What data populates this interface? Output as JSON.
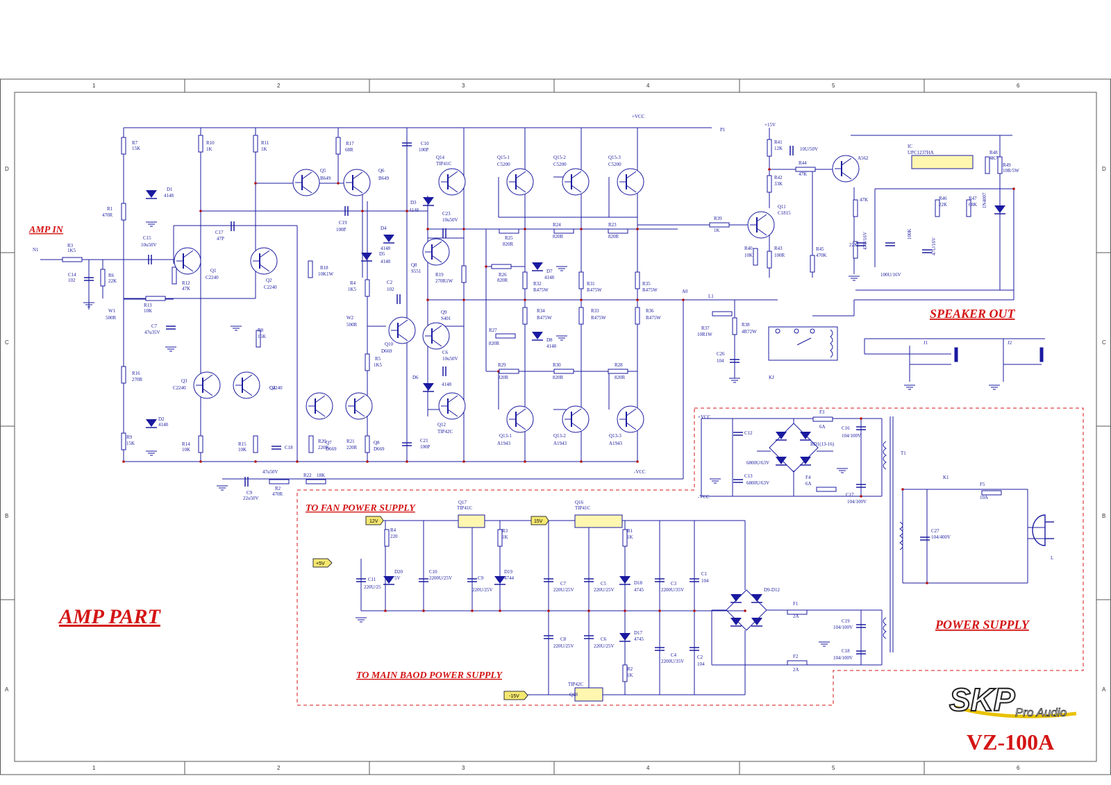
{
  "sections": {
    "amp_part": "AMP PART",
    "amp_in": "AMP IN",
    "speaker_out": "SPEAKER OUT",
    "power_supply": "POWER SUPPLY",
    "to_fan": "TO  FAN POWER SUPPLY",
    "to_main": "TO MAIN BAOD POWER SUPPLY"
  },
  "brand": {
    "logo_text": "SKP",
    "logo_sub": "Pro Audio",
    "model": "VZ-100A"
  },
  "border": {
    "columns": [
      "1",
      "2",
      "3",
      "4",
      "5",
      "6"
    ],
    "rows": [
      "D",
      "C",
      "B",
      "A"
    ]
  },
  "rails": {
    "pvcc": "+VCC",
    "nvcc": "-VCC",
    "p15": "+15V",
    "p1": "P1",
    "a0": "A0",
    "tag_12v": "12V",
    "tag_p5v": "+5V",
    "tag_15v": "15V",
    "tag_n15v": "-15V"
  },
  "labels": [
    {
      "id": "n1",
      "t": "N1"
    },
    {
      "id": "r3",
      "t": "R3"
    },
    {
      "id": "r3v",
      "t": "1K5"
    },
    {
      "id": "c14",
      "t": "C14"
    },
    {
      "id": "c14v",
      "t": "102"
    },
    {
      "id": "r7",
      "t": "R7"
    },
    {
      "id": "r7v",
      "t": "15K"
    },
    {
      "id": "r1",
      "t": "R1"
    },
    {
      "id": "r1v",
      "t": "470R"
    },
    {
      "id": "d1",
      "t": "D1"
    },
    {
      "id": "d1v",
      "t": "4148"
    },
    {
      "id": "c15",
      "t": "C15"
    },
    {
      "id": "c15v",
      "t": "10u50V"
    },
    {
      "id": "r6",
      "t": "R6"
    },
    {
      "id": "r6v",
      "t": "22K"
    },
    {
      "id": "r13",
      "t": "R13"
    },
    {
      "id": "r13v",
      "t": "10K"
    },
    {
      "id": "w1",
      "t": "W1"
    },
    {
      "id": "w1v",
      "t": "500R"
    },
    {
      "id": "r12",
      "t": "R12"
    },
    {
      "id": "r12v",
      "t": "47K"
    },
    {
      "id": "c7a",
      "t": "C7"
    },
    {
      "id": "c7av",
      "t": "47u35V"
    },
    {
      "id": "r16",
      "t": "R16"
    },
    {
      "id": "r16v",
      "t": "270R"
    },
    {
      "id": "d2",
      "t": "D2"
    },
    {
      "id": "d2v",
      "t": "4148"
    },
    {
      "id": "r9",
      "t": "R9"
    },
    {
      "id": "r9v",
      "t": "15K"
    },
    {
      "id": "r10",
      "t": "R10"
    },
    {
      "id": "r10v",
      "t": "1K"
    },
    {
      "id": "r11",
      "t": "R11"
    },
    {
      "id": "r11v",
      "t": "1K"
    },
    {
      "id": "c17a",
      "t": "C17"
    },
    {
      "id": "c17av",
      "t": "47P"
    },
    {
      "id": "q1",
      "t": "Q1"
    },
    {
      "id": "q1v",
      "t": "C2240"
    },
    {
      "id": "q2",
      "t": "Q2"
    },
    {
      "id": "q2v",
      "t": "C2240"
    },
    {
      "id": "r8",
      "t": "R8"
    },
    {
      "id": "r8v",
      "t": "15K"
    },
    {
      "id": "q3",
      "t": "Q3"
    },
    {
      "id": "q3v",
      "t": "C2240"
    },
    {
      "id": "q4",
      "t": "Q4"
    },
    {
      "id": "q4v",
      "t": "C2240"
    },
    {
      "id": "r14",
      "t": "R14"
    },
    {
      "id": "r14v",
      "t": "10K"
    },
    {
      "id": "r15",
      "t": "R15"
    },
    {
      "id": "r15v",
      "t": "10K"
    },
    {
      "id": "c18a",
      "t": "C18"
    },
    {
      "id": "c9a",
      "t": "C9"
    },
    {
      "id": "c9av",
      "t": "22u50V"
    },
    {
      "id": "c9b",
      "t": "47u50V"
    },
    {
      "id": "r2",
      "t": "R2"
    },
    {
      "id": "r2v",
      "t": "470R"
    },
    {
      "id": "r22",
      "t": "R22"
    },
    {
      "id": "r22v",
      "t": "18K"
    },
    {
      "id": "r18",
      "t": "R18"
    },
    {
      "id": "r18v",
      "t": "10K1W"
    },
    {
      "id": "q5",
      "t": "Q5"
    },
    {
      "id": "q5v",
      "t": "B649"
    },
    {
      "id": "q6",
      "t": "Q6"
    },
    {
      "id": "q6v",
      "t": "B649"
    },
    {
      "id": "r17",
      "t": "R17"
    },
    {
      "id": "r17v",
      "t": "68R"
    },
    {
      "id": "c19a",
      "t": "C19"
    },
    {
      "id": "c19av",
      "t": "100P"
    },
    {
      "id": "c10a",
      "t": "C10"
    },
    {
      "id": "c10av",
      "t": "100P"
    },
    {
      "id": "d3",
      "t": "D3"
    },
    {
      "id": "d3v",
      "t": "4148"
    },
    {
      "id": "d4",
      "t": "D4"
    },
    {
      "id": "d4v",
      "t": "4148"
    },
    {
      "id": "d5",
      "t": "D5"
    },
    {
      "id": "d5v",
      "t": "4148"
    },
    {
      "id": "r4a",
      "t": "R4"
    },
    {
      "id": "r4av",
      "t": "1K5"
    },
    {
      "id": "c2a",
      "t": "C2"
    },
    {
      "id": "c2av",
      "t": "102"
    },
    {
      "id": "w2",
      "t": "W2"
    },
    {
      "id": "w2v",
      "t": "500R"
    },
    {
      "id": "q10",
      "t": "Q10"
    },
    {
      "id": "q10v",
      "t": "D669"
    },
    {
      "id": "r5",
      "t": "R5"
    },
    {
      "id": "r5v",
      "t": "1K5"
    },
    {
      "id": "d6",
      "t": "D6"
    },
    {
      "id": "q7",
      "t": "Q7"
    },
    {
      "id": "q7v",
      "t": "D669"
    },
    {
      "id": "q8b",
      "t": "Q8"
    },
    {
      "id": "q8bv",
      "t": "D669"
    },
    {
      "id": "r20",
      "t": "R20"
    },
    {
      "id": "r20v",
      "t": "220R"
    },
    {
      "id": "r21",
      "t": "R21"
    },
    {
      "id": "r21v",
      "t": "220R"
    },
    {
      "id": "c21",
      "t": "C21"
    },
    {
      "id": "c21v",
      "t": "100P"
    },
    {
      "id": "q14",
      "t": "Q14"
    },
    {
      "id": "q14v",
      "t": "TIP41C"
    },
    {
      "id": "q8",
      "t": "Q8"
    },
    {
      "id": "q8v",
      "t": "S551"
    },
    {
      "id": "c23",
      "t": "C23"
    },
    {
      "id": "c23v",
      "t": "10u50V"
    },
    {
      "id": "r19",
      "t": "R19"
    },
    {
      "id": "r19v",
      "t": "270R1W"
    },
    {
      "id": "q9",
      "t": "Q9"
    },
    {
      "id": "q9v",
      "t": "S401"
    },
    {
      "id": "c6a",
      "t": "C6"
    },
    {
      "id": "c6av",
      "t": "10u50V"
    },
    {
      "id": "d6v",
      "t": "4148"
    },
    {
      "id": "q12",
      "t": "Q12"
    },
    {
      "id": "q12v",
      "t": "TIP42C"
    },
    {
      "id": "q151",
      "t": "Q15-1"
    },
    {
      "id": "q151v",
      "t": "C5200"
    },
    {
      "id": "q152",
      "t": "Q15-2"
    },
    {
      "id": "q152v",
      "t": "C5200"
    },
    {
      "id": "q153",
      "t": "Q15-3"
    },
    {
      "id": "q153v",
      "t": "C5200"
    },
    {
      "id": "r25",
      "t": "R25"
    },
    {
      "id": "r25v",
      "t": "820R"
    },
    {
      "id": "r24",
      "t": "R24"
    },
    {
      "id": "r24v",
      "t": "820R"
    },
    {
      "id": "r23",
      "t": "R23"
    },
    {
      "id": "r23v",
      "t": "820R"
    },
    {
      "id": "r26",
      "t": "R26"
    },
    {
      "id": "r26v",
      "t": "820R"
    },
    {
      "id": "d7",
      "t": "D7"
    },
    {
      "id": "d7v",
      "t": "4148"
    },
    {
      "id": "r32",
      "t": "R32"
    },
    {
      "id": "r32v",
      "t": "R475W"
    },
    {
      "id": "r31",
      "t": "R31"
    },
    {
      "id": "r31v",
      "t": "R475W"
    },
    {
      "id": "r35",
      "t": "R35"
    },
    {
      "id": "r35v",
      "t": "R475W"
    },
    {
      "id": "r34",
      "t": "R34"
    },
    {
      "id": "r34v",
      "t": "R475W"
    },
    {
      "id": "r33",
      "t": "R33"
    },
    {
      "id": "r33v",
      "t": "R475W"
    },
    {
      "id": "r36",
      "t": "R36"
    },
    {
      "id": "r36v",
      "t": "R475W"
    },
    {
      "id": "r27",
      "t": "R27"
    },
    {
      "id": "r27v",
      "t": "820R"
    },
    {
      "id": "d8",
      "t": "D8"
    },
    {
      "id": "d8v",
      "t": "4148"
    },
    {
      "id": "r29",
      "t": "R29"
    },
    {
      "id": "r29v",
      "t": "820R"
    },
    {
      "id": "r30",
      "t": "R30"
    },
    {
      "id": "r30v",
      "t": "820R"
    },
    {
      "id": "r28",
      "t": "R28"
    },
    {
      "id": "r28v",
      "t": "820R"
    },
    {
      "id": "q131",
      "t": "Q13-1"
    },
    {
      "id": "q131v",
      "t": "A1943"
    },
    {
      "id": "q132",
      "t": "Q13-2"
    },
    {
      "id": "q132v",
      "t": "A1943"
    },
    {
      "id": "q133",
      "t": "Q13-3"
    },
    {
      "id": "q133v",
      "t": "A1943"
    },
    {
      "id": "r41",
      "t": "R41"
    },
    {
      "id": "r41v",
      "t": "12K"
    },
    {
      "id": "c10b",
      "t": "10U/50V"
    },
    {
      "id": "r44",
      "t": "R44"
    },
    {
      "id": "r44v",
      "t": "47K"
    },
    {
      "id": "a562",
      "t": "A562"
    },
    {
      "id": "r42",
      "t": "R42"
    },
    {
      "id": "r42v",
      "t": "33K"
    },
    {
      "id": "q11",
      "t": "Q11"
    },
    {
      "id": "q11v",
      "t": "C1815"
    },
    {
      "id": "r39",
      "t": "R39"
    },
    {
      "id": "r39v",
      "t": "1K"
    },
    {
      "id": "r40",
      "t": "R40"
    },
    {
      "id": "r40v",
      "t": "10K"
    },
    {
      "id": "r43",
      "t": "R43"
    },
    {
      "id": "r43v",
      "t": "100R"
    },
    {
      "id": "r45",
      "t": "R45"
    },
    {
      "id": "r45v",
      "t": "470K"
    },
    {
      "id": "ic",
      "t": "IC"
    },
    {
      "id": "icv",
      "t": "UPC1237HA"
    },
    {
      "id": "r47k",
      "t": "47K"
    },
    {
      "id": "r22k",
      "t": "22K"
    },
    {
      "id": "c47u",
      "t": "47U/16V"
    },
    {
      "id": "c100u",
      "t": "100U/16V"
    },
    {
      "id": "r100k",
      "t": "100K"
    },
    {
      "id": "r46",
      "t": "R46"
    },
    {
      "id": "r46v",
      "t": "22K"
    },
    {
      "id": "r47",
      "t": "R47"
    },
    {
      "id": "r47v",
      "t": "68K"
    },
    {
      "id": "c47u2",
      "t": "47U/16V"
    },
    {
      "id": "r48",
      "t": "R48"
    },
    {
      "id": "r48v",
      "t": "4K7"
    },
    {
      "id": "r49",
      "t": "R49"
    },
    {
      "id": "r49v",
      "t": "10R/5W"
    },
    {
      "id": "in4007",
      "t": "1N4007"
    },
    {
      "id": "l1",
      "t": "L1"
    },
    {
      "id": "r37",
      "t": "R37"
    },
    {
      "id": "r37v",
      "t": "10R1W"
    },
    {
      "id": "r38",
      "t": "R38"
    },
    {
      "id": "r38v",
      "t": "4R72W"
    },
    {
      "id": "c26",
      "t": "C26"
    },
    {
      "id": "c26v",
      "t": "104"
    },
    {
      "id": "kj",
      "t": "KJ"
    },
    {
      "id": "j1",
      "t": "J1"
    },
    {
      "id": "j2",
      "t": "J2"
    },
    {
      "id": "psvcc",
      "t": "+VCC"
    },
    {
      "id": "psnvcc",
      "t": "-VCC"
    },
    {
      "id": "c12",
      "t": "C12"
    },
    {
      "id": "c12v",
      "t": "6800U/63V"
    },
    {
      "id": "c13",
      "t": "C13"
    },
    {
      "id": "c13v",
      "t": "6800U/63V"
    },
    {
      "id": "f3",
      "t": "F3"
    },
    {
      "id": "f3v",
      "t": "6A"
    },
    {
      "id": "c16",
      "t": "C16"
    },
    {
      "id": "c16v",
      "t": "104/100V"
    },
    {
      "id": "bd1",
      "t": "BD1(13-16)"
    },
    {
      "id": "f4",
      "t": "F4"
    },
    {
      "id": "f4v",
      "t": "6A"
    },
    {
      "id": "c17b",
      "t": "C17"
    },
    {
      "id": "c17bv",
      "t": "104/100V"
    },
    {
      "id": "t1",
      "t": "T1"
    },
    {
      "id": "k1",
      "t": "K1"
    },
    {
      "id": "f5",
      "t": "F5"
    },
    {
      "id": "f5v",
      "t": "10A"
    },
    {
      "id": "c27",
      "t": "C27"
    },
    {
      "id": "c27v",
      "t": "104/400V"
    },
    {
      "id": "plugl",
      "t": "L"
    },
    {
      "id": "q17",
      "t": "Q17"
    },
    {
      "id": "q17v",
      "t": "TIP41C"
    },
    {
      "id": "q16",
      "t": "Q16"
    },
    {
      "id": "q16v",
      "t": "TIP41C"
    },
    {
      "id": "r4b",
      "t": "R4"
    },
    {
      "id": "r4bv",
      "t": "220"
    },
    {
      "id": "r3b",
      "t": "R3"
    },
    {
      "id": "r3bv",
      "t": "1K"
    },
    {
      "id": "r1b",
      "t": "R1"
    },
    {
      "id": "r1bv",
      "t": "1K"
    },
    {
      "id": "c11",
      "t": "C11"
    },
    {
      "id": "c11v",
      "t": "220U/25"
    },
    {
      "id": "d20",
      "t": "D20"
    },
    {
      "id": "d20v",
      "t": "5V"
    },
    {
      "id": "c10c",
      "t": "C10"
    },
    {
      "id": "c10cv",
      "t": "2200U/25V"
    },
    {
      "id": "c9c",
      "t": "C9"
    },
    {
      "id": "c9cv",
      "t": "220U/25V"
    },
    {
      "id": "d19",
      "t": "D19"
    },
    {
      "id": "d19v",
      "t": "4744"
    },
    {
      "id": "c7c",
      "t": "C7"
    },
    {
      "id": "c7cv",
      "t": "220U/25V"
    },
    {
      "id": "c5c",
      "t": "C5"
    },
    {
      "id": "c5cv",
      "t": "220U/25V"
    },
    {
      "id": "d18",
      "t": "D18"
    },
    {
      "id": "d18v",
      "t": "4745"
    },
    {
      "id": "c3c",
      "t": "C3"
    },
    {
      "id": "c3cv",
      "t": "2200U/35V"
    },
    {
      "id": "c1c",
      "t": "C1"
    },
    {
      "id": "c1cv",
      "t": "104"
    },
    {
      "id": "d912",
      "t": "D9-D12"
    },
    {
      "id": "f1",
      "t": "F1"
    },
    {
      "id": "f1v",
      "t": "2A"
    },
    {
      "id": "c19c",
      "t": "C19"
    },
    {
      "id": "c19cv",
      "t": "104/100V"
    },
    {
      "id": "c8c",
      "t": "C8"
    },
    {
      "id": "c8cv",
      "t": "220U/25V"
    },
    {
      "id": "c6c",
      "t": "C6"
    },
    {
      "id": "c6cv",
      "t": "220U/25V"
    },
    {
      "id": "d17",
      "t": "D17"
    },
    {
      "id": "d17v",
      "t": "4745"
    },
    {
      "id": "c4c",
      "t": "C4"
    },
    {
      "id": "c4cv",
      "t": "2200U/35V"
    },
    {
      "id": "c2c",
      "t": "C2"
    },
    {
      "id": "c2cv",
      "t": "104"
    },
    {
      "id": "f2",
      "t": "F2"
    },
    {
      "id": "f2v",
      "t": "2A"
    },
    {
      "id": "c18c",
      "t": "C18"
    },
    {
      "id": "c18cv",
      "t": "104/100V"
    },
    {
      "id": "r2b",
      "t": "R2"
    },
    {
      "id": "r2bv",
      "t": "1K"
    },
    {
      "id": "q18",
      "t": "Q18"
    },
    {
      "id": "q18v",
      "t": "TIP42C"
    }
  ]
}
